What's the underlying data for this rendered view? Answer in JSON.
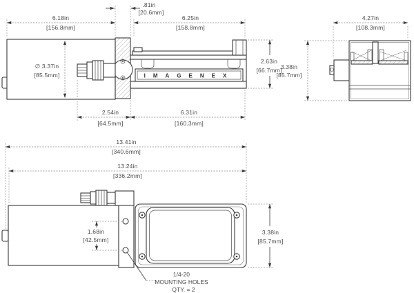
{
  "drawing": {
    "brand_label": "IMAGENEX",
    "colors": {
      "object_line": "#3a3a3a",
      "dimension_line": "#8f8f8f",
      "dimension_text": "#4a4a4a"
    },
    "side_view": {
      "dim_housing_length_in": "6.18in",
      "dim_housing_length_mm": "[156.8mm]",
      "dim_flange_width_in": ".81in",
      "dim_flange_width_mm": "[20.6mm]",
      "dim_head_top_in": "6.25in",
      "dim_head_top_mm": "[158.8mm]",
      "dim_diameter_in": "∅ 3.37in",
      "dim_diameter_mm": "[85.5mm]",
      "dim_connector_in": "2.54in",
      "dim_connector_mm": "[64.5mm]",
      "dim_head_bottom_in": "6.31in",
      "dim_head_bottom_mm": "[160.3mm]",
      "dim_head_height_in": "2.63in",
      "dim_head_height_mm": "[66.7mm]"
    },
    "end_view": {
      "dim_width_in": "4.27in",
      "dim_width_mm": "[108.3mm]",
      "dim_height_in": "3.38in",
      "dim_height_mm": "[85.7mm]"
    },
    "top_view": {
      "dim_overall_length_in": "13.41in",
      "dim_overall_length_mm": "[340.6mm]",
      "dim_body_length_in": "13.24in",
      "dim_body_length_mm": "[336.2mm]",
      "dim_hole_spacing_in": "1.68in",
      "dim_hole_spacing_mm": "[42.5mm]",
      "dim_width_in": "3.38in",
      "dim_width_mm": "[85.7mm]",
      "note_line1": "1/4-20",
      "note_line2": "MOUNTING HOLES",
      "note_line3": "QTY. = 2"
    }
  }
}
